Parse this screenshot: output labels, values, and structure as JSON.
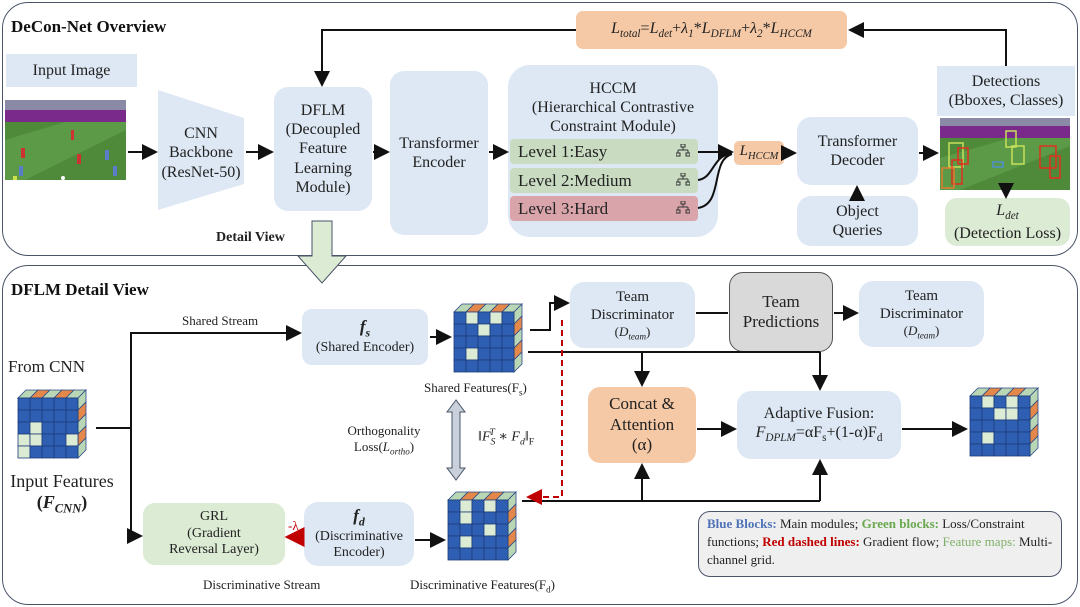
{
  "overview": {
    "title": "DeCon-Net Overview",
    "input_image_label": "Input Image",
    "cnn": {
      "line1": "CNN",
      "line2": "Backbone",
      "line3": "(ResNet-50)"
    },
    "dflm": {
      "line1": "DFLM",
      "line2": "(Decoupled",
      "line3": "Feature",
      "line4": "Learning",
      "line5": "Module)"
    },
    "encoder": {
      "line1": "Transformer",
      "line2": "Encoder"
    },
    "hccm": {
      "line1": "HCCM",
      "line2": "(Hierarchical Contrastive",
      "line3": "Constraint Module)"
    },
    "levels": [
      {
        "label": "Level 1:Easy",
        "color": "#c9dcc2",
        "icon": "hierarchy-icon"
      },
      {
        "label": "Level 2:Medium",
        "color": "#c9dcc2",
        "icon": "hierarchy-icon"
      },
      {
        "label": "Level 3:Hard",
        "color": "#d9a5ab",
        "icon": "hierarchy-icon"
      }
    ],
    "l_hccm": {
      "base": "L",
      "sub": "HCCM"
    },
    "decoder": {
      "line1": "Transformer",
      "line2": "Decoder"
    },
    "queries": {
      "line1": "Object",
      "line2": "Queries"
    },
    "detections": {
      "line1": "Detections",
      "line2": "(Bboxes, Classes)"
    },
    "l_det": {
      "base": "L",
      "sub": "det",
      "caption": "(Detection Loss)"
    },
    "total_loss": {
      "lhs": "L",
      "lhs_sub": "total",
      "t1": "L",
      "t1_sub": "det",
      "lam1": "λ",
      "lam1_sub": "1",
      "t2": "L",
      "t2_sub": "DFLM",
      "lam2": "λ",
      "lam2_sub": "2",
      "t3": "L",
      "t3_sub": "HCCM"
    },
    "detail_view_label": "Detail View"
  },
  "detail": {
    "title": "DFLM Detail View",
    "from_cnn": "From CNN",
    "input_features": {
      "line1": "Input Features",
      "base": "F",
      "sub": "CNN"
    },
    "shared_stream": "Shared Stream",
    "shared_encoder": {
      "symbol": "f",
      "sub": "s",
      "caption": "(Shared Encoder)"
    },
    "shared_features": {
      "text": "Shared Features(F",
      "sub": "s",
      "close": ")"
    },
    "orthogonality": {
      "line1": "Orthogonality",
      "line2": "Loss(",
      "base": "L",
      "sub": "ortho",
      "close": ")"
    },
    "ortho_formula": {
      "base1": "F",
      "sub1": "S",
      "sup1": "T",
      "op": "∗",
      "base2": "F",
      "sub2": "d",
      "norm_sub": "F"
    },
    "team_disc_1": {
      "line1": "Team",
      "line2": "Discriminator",
      "base": "D",
      "sub": "team"
    },
    "team_predictions": {
      "line1": "Team",
      "line2": "Predictions"
    },
    "team_disc_2": {
      "line1": "Team",
      "line2": "Discriminator",
      "base": "D",
      "sub": "team"
    },
    "concat": {
      "line1": "Concat &",
      "line2": "Attention",
      "line3": "(α)"
    },
    "fusion": {
      "line1": "Adaptive Fusion:",
      "base": "F",
      "sub": "DPLM",
      "rhs": "=αF",
      "rhs_sub1": "s",
      "rhs2": "+(1-α)F",
      "rhs_sub2": "d"
    },
    "grl": {
      "line1": "GRL",
      "line2": "(Gradient",
      "line3": "Reversal Layer)"
    },
    "neg_lambda": "-λ",
    "disc_encoder": {
      "symbol": "f",
      "sub": "d",
      "line1": "(Discriminative",
      "line2": "Encoder)"
    },
    "disc_stream": "Discriminative Stream",
    "disc_features": {
      "text": "Discriminative Features(F",
      "sub": "d",
      "close": ")"
    }
  },
  "legend": {
    "blue_key": "Blue Blocks:",
    "blue_text": " Main modules; ",
    "green_key": "Green blocks:",
    "green_text": " Loss/Constraint functions; ",
    "red_key": "Red dashed lines:",
    "red_text": " Gradient flow; ",
    "feat_key": "Feature maps:",
    "feat_text": " Multi-channel grid.",
    "colors": {
      "blue": "#4f72b8",
      "green": "#6aa84f",
      "red": "#c00000",
      "feature": "#7fb069"
    }
  }
}
